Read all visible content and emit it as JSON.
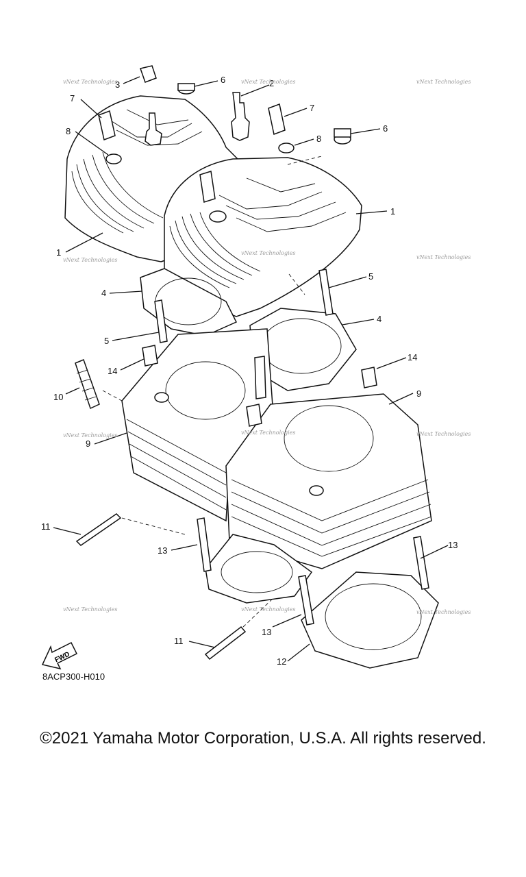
{
  "diagram": {
    "callouts": [
      "1",
      "1",
      "2",
      "3",
      "4",
      "4",
      "5",
      "5",
      "6",
      "6",
      "7",
      "7",
      "8",
      "8",
      "9",
      "9",
      "10",
      "11",
      "11",
      "12",
      "13",
      "13",
      "13",
      "14",
      "14"
    ],
    "watermark_text": "vNext Technologies",
    "fwd_label": "FWD",
    "drawing_code": "8ACP300-H010"
  },
  "footer": {
    "copyright": "©2021 Yamaha Motor Corporation, U.S.A. All rights reserved."
  }
}
